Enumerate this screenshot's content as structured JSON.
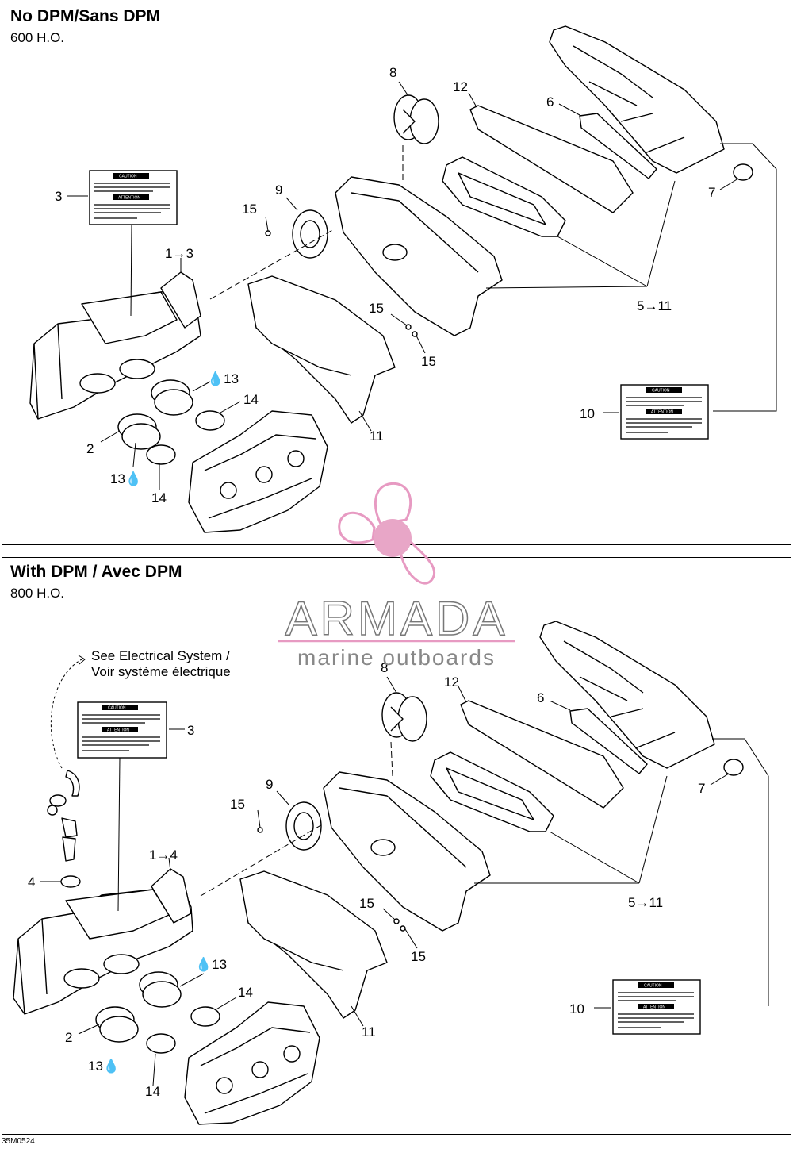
{
  "panels": [
    {
      "title": "No DPM/Sans DPM",
      "subtitle": "600 H.O.",
      "range_label": "1→3"
    },
    {
      "title": "With DPM / Avec DPM",
      "subtitle": "800 H.O.",
      "range_label": "1→4"
    }
  ],
  "callouts": {
    "c2": "2",
    "c3": "3",
    "c4": "4",
    "c6": "6",
    "c7": "7",
    "c8": "8",
    "c9": "9",
    "c10": "10",
    "c11": "11",
    "c12": "12",
    "c14": "14",
    "c15": "15",
    "c13_right": "💧13",
    "c13_left": "13💧",
    "range5_11": "5→11"
  },
  "electrical_note": [
    "See Electrical System /",
    "Voir système électrique"
  ],
  "label_texts": {
    "caution": "CAUTION",
    "attention": "ATTENTION"
  },
  "watermark": {
    "name": "ARMADA",
    "tagline": "marine outboards"
  },
  "drawing_code": "35M0524",
  "colors": {
    "line": "#000000",
    "watermark": "#e79ac2",
    "hub": "#e8a6c7"
  }
}
